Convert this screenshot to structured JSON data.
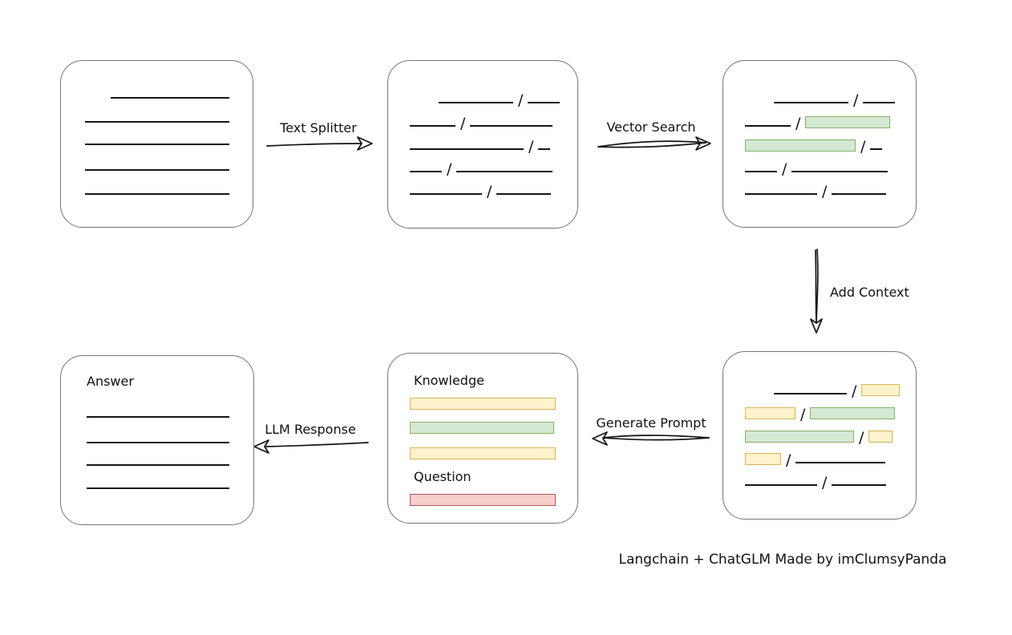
{
  "caption": "Langchain + ChatGLM Made by imClumsyPanda",
  "glyphs": {
    "slash": "/"
  },
  "arrows": {
    "text_splitter": {
      "label": "Text Splitter"
    },
    "vector_search": {
      "label": "Vector Search"
    },
    "add_context": {
      "label": "Add Context"
    },
    "generate_prompt": {
      "label": "Generate Prompt"
    },
    "llm_response": {
      "label": "LLM Response"
    }
  },
  "boxes": {
    "document": {
      "description": "plain document with five text lines"
    },
    "split_chunks": {
      "description": "document split into chunks separated by slashes"
    },
    "vector_matches": {
      "description": "split document with two chunks highlighted green"
    },
    "context_chunks": {
      "description": "chunks with green matches and yellow context highlights"
    },
    "prompt": {
      "knowledge_label": "Knowledge",
      "question_label": "Question"
    },
    "answer": {
      "title": "Answer"
    }
  },
  "colors": {
    "match_green_fill": "#d5e8d4",
    "match_green_stroke": "#82b366",
    "context_yellow_fill": "#fff2cc",
    "context_yellow_stroke": "#d6b656",
    "question_red_fill": "#f8cecc",
    "question_red_stroke": "#b85450",
    "box_border": "#757575",
    "ink": "#151515"
  }
}
